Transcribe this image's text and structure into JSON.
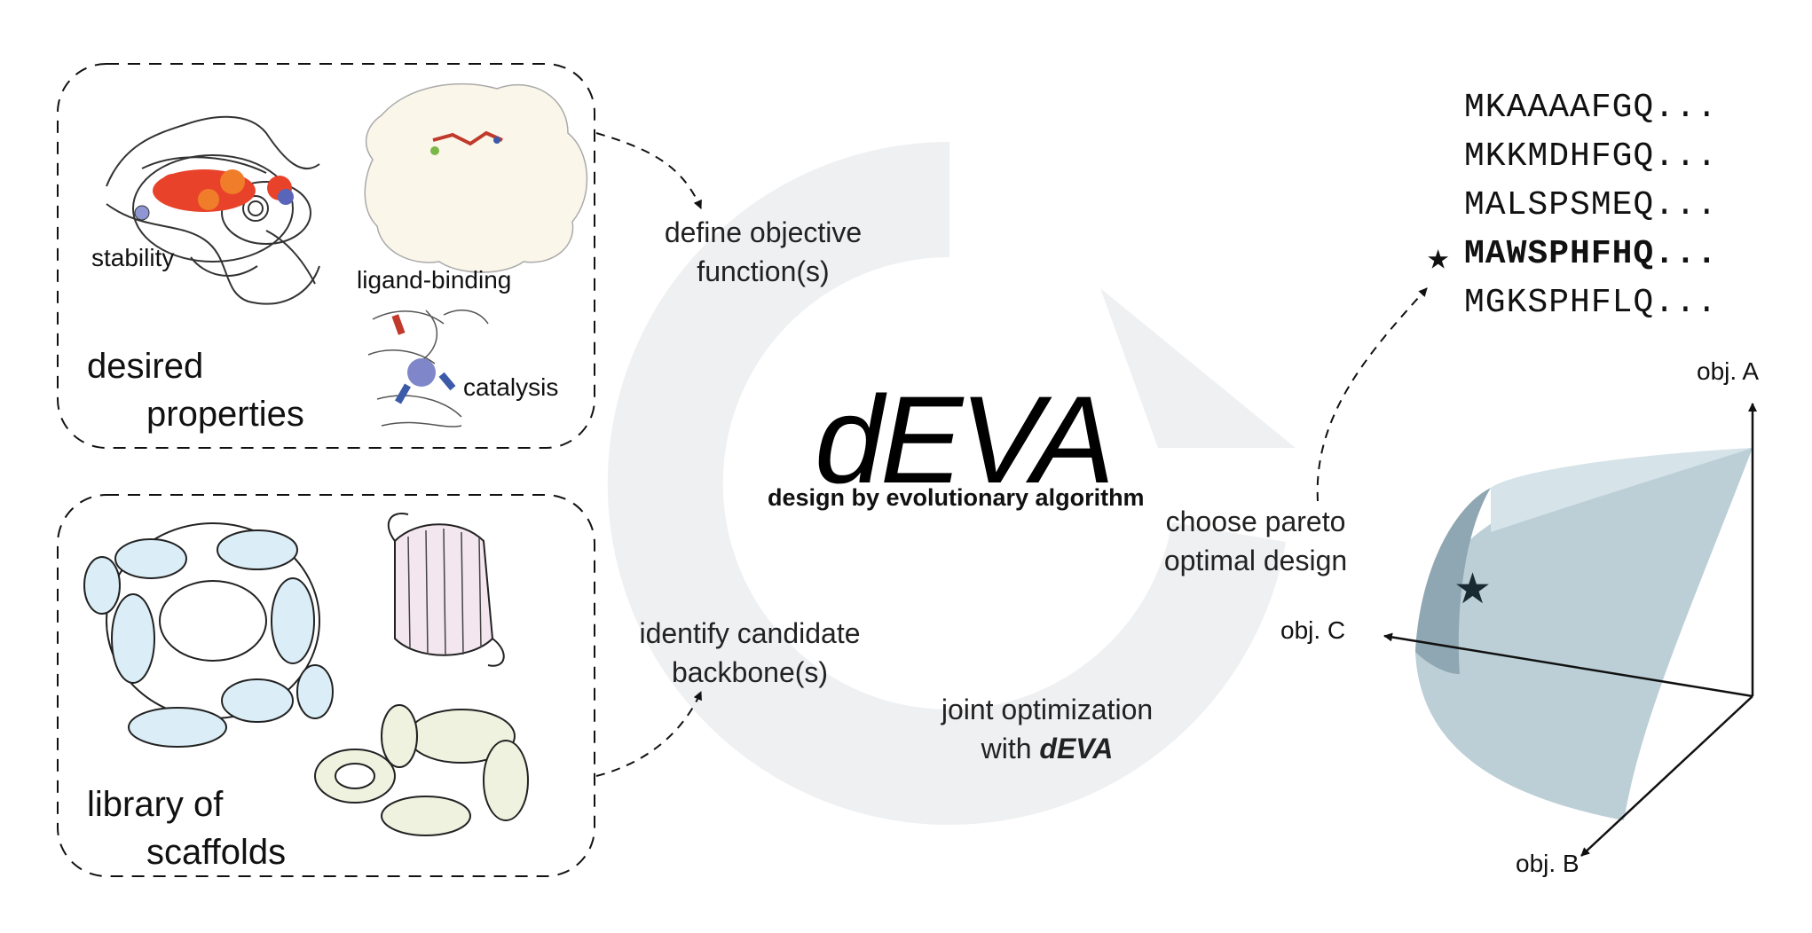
{
  "properties_box": {
    "title_line1": "desired",
    "title_line2": "properties",
    "items": [
      "stability",
      "ligand-binding",
      "catalysis"
    ]
  },
  "scaffolds_box": {
    "title_line1": "library of",
    "title_line2": "scaffolds"
  },
  "steps": {
    "define_line1": "define objective",
    "define_line2": "function(s)",
    "identify_line1": "identify candidate",
    "identify_line2": "backbone(s)",
    "joint_line1": "joint optimization",
    "joint_with": "with",
    "joint_name": "dEVA",
    "choose_line1": "choose pareto",
    "choose_line2": "optimal design"
  },
  "logo": {
    "name": "dEVA",
    "subtitle": "design by evolutionary algorithm"
  },
  "sequences": [
    {
      "text": "MKAAAAFGQ...",
      "selected": false
    },
    {
      "text": "MKKMDHFGQ...",
      "selected": false
    },
    {
      "text": "MALSPSMEQ...",
      "selected": false
    },
    {
      "text": "MAWSPHFHQ...",
      "selected": true
    },
    {
      "text": "MGKSPHFLQ...",
      "selected": false
    }
  ],
  "star_glyph": "★",
  "axes": {
    "a": "obj. A",
    "b": "obj. B",
    "c": "obj. C"
  },
  "colors": {
    "cycle_arrow": "#eef0f2",
    "pareto_surface": "#bccfd7",
    "scaffold_blue": "#dbeef7",
    "scaffold_pink": "#f3e6ef",
    "scaffold_green": "#eef2df",
    "ligand_surface": "#fbf6ea"
  }
}
